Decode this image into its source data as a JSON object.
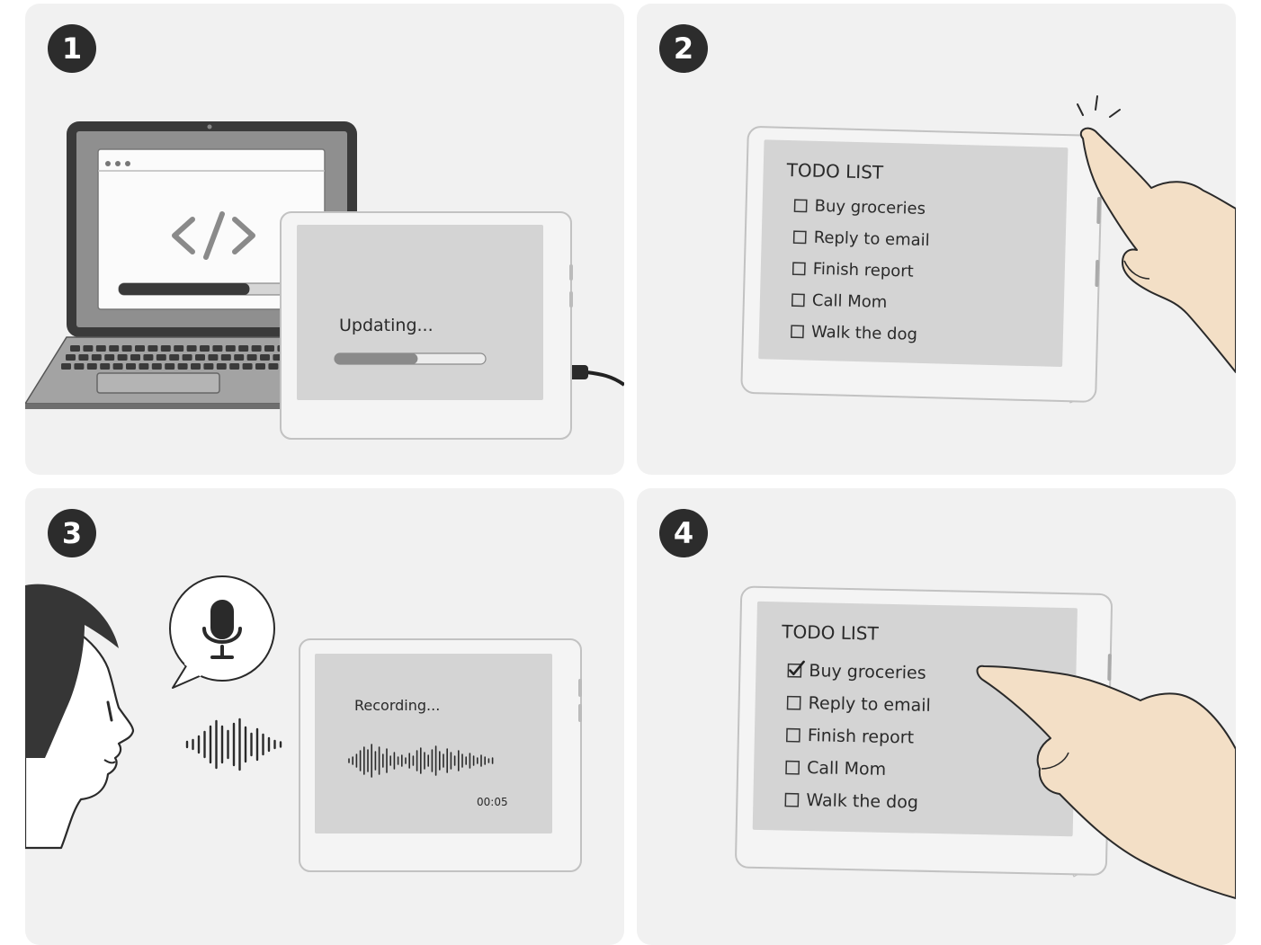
{
  "steps": [
    {
      "number": "1",
      "screen_text": "Updating...",
      "progress": 0.55,
      "laptop_progress": 0.72
    },
    {
      "number": "2",
      "todo": {
        "title": "TODO LIST",
        "items": [
          {
            "label": "Buy groceries",
            "checked": false
          },
          {
            "label": "Reply to email",
            "checked": false
          },
          {
            "label": "Finish report",
            "checked": false
          },
          {
            "label": "Call Mom",
            "checked": false
          },
          {
            "label": "Walk the dog",
            "checked": false
          }
        ]
      }
    },
    {
      "number": "3",
      "screen_text": "Recording...",
      "timer": "00:05"
    },
    {
      "number": "4",
      "todo": {
        "title": "TODO LIST",
        "items": [
          {
            "label": "Buy groceries",
            "checked": true
          },
          {
            "label": "Reply to email",
            "checked": false
          },
          {
            "label": "Finish report",
            "checked": false
          },
          {
            "label": "Call Mom",
            "checked": false
          },
          {
            "label": "Walk the dog",
            "checked": false
          }
        ]
      }
    }
  ],
  "icons": {
    "code": "code-brackets-icon",
    "microphone": "microphone-icon",
    "checkbox": "checkbox-icon"
  },
  "colors": {
    "panel_bg": "#f1f1f1",
    "badge_bg": "#2c2c2c",
    "device_frame": "#f4f4f4",
    "eink_screen": "#d4d4d4",
    "skin": "#f3dfc6"
  }
}
